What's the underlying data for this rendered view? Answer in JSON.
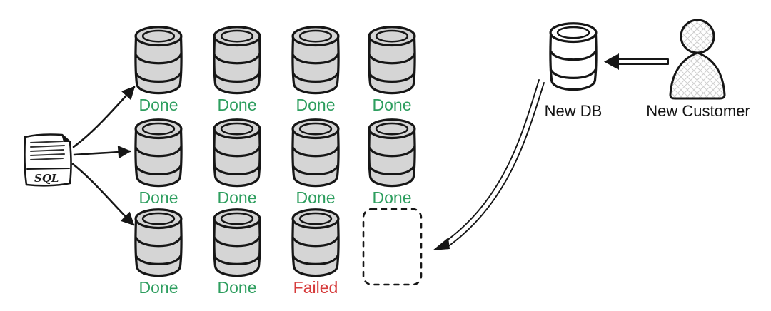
{
  "sql_doc": {
    "label": "SQL"
  },
  "grid": {
    "statuses": [
      [
        "Done",
        "Done",
        "Done",
        "Done"
      ],
      [
        "Done",
        "Done",
        "Done",
        "Done"
      ],
      [
        "Done",
        "Done",
        "Failed"
      ]
    ]
  },
  "new_db": {
    "label": "New DB"
  },
  "new_customer": {
    "label": "New Customer"
  },
  "colors": {
    "done": "#2e9e5f",
    "failed": "#d63b3b",
    "db_fill": "#d5d5d5",
    "new_db_fill": "#ffffff",
    "stroke": "#161616"
  }
}
